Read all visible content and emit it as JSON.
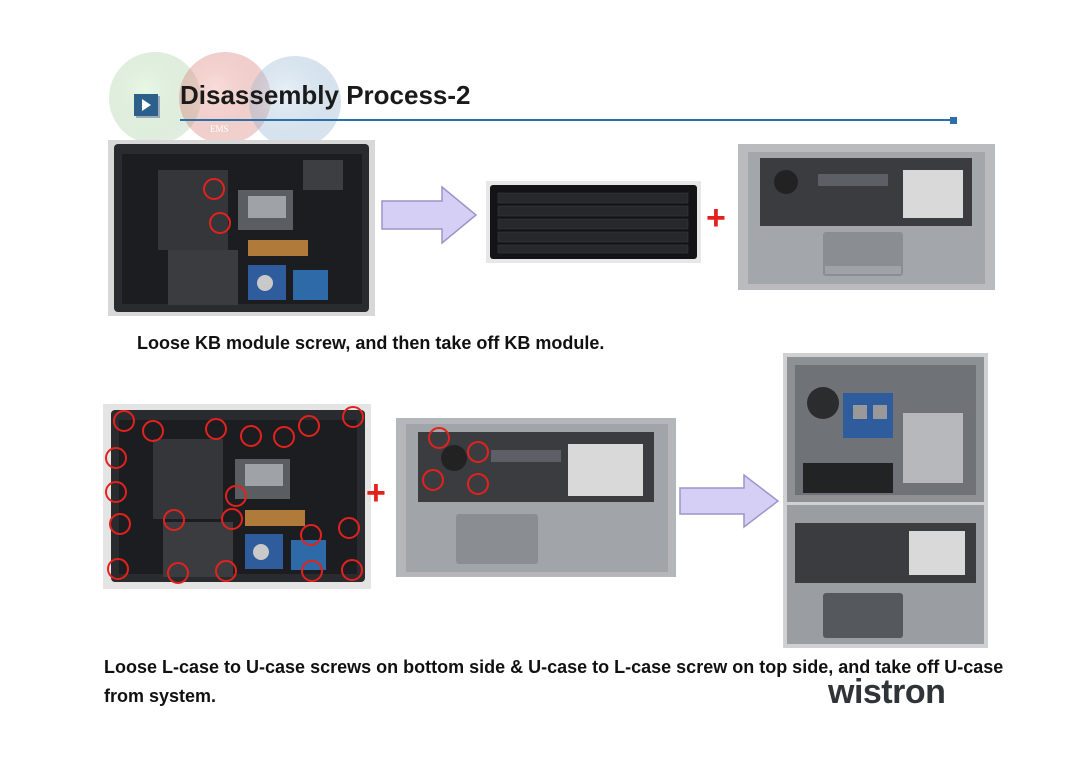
{
  "slide": {
    "title": "Disassembly Process-2",
    "step1_caption": "Loose  KB module screw, and then take off KB module.",
    "step2_caption": "Loose L-case to U-case screws on bottom side & U-case to L-case screw on top side, and take off U-case from system.",
    "logo_text": "wistron",
    "plus_symbol": "+",
    "ems_text": "EMS"
  },
  "colors": {
    "accent": "#2c6fa8",
    "marker": "#e3221e",
    "arrow_fill": "#d6cff5",
    "arrow_stroke": "#9e94c8",
    "logo_dark": "#2f3438",
    "logo_accent": "#1aa0d8"
  }
}
